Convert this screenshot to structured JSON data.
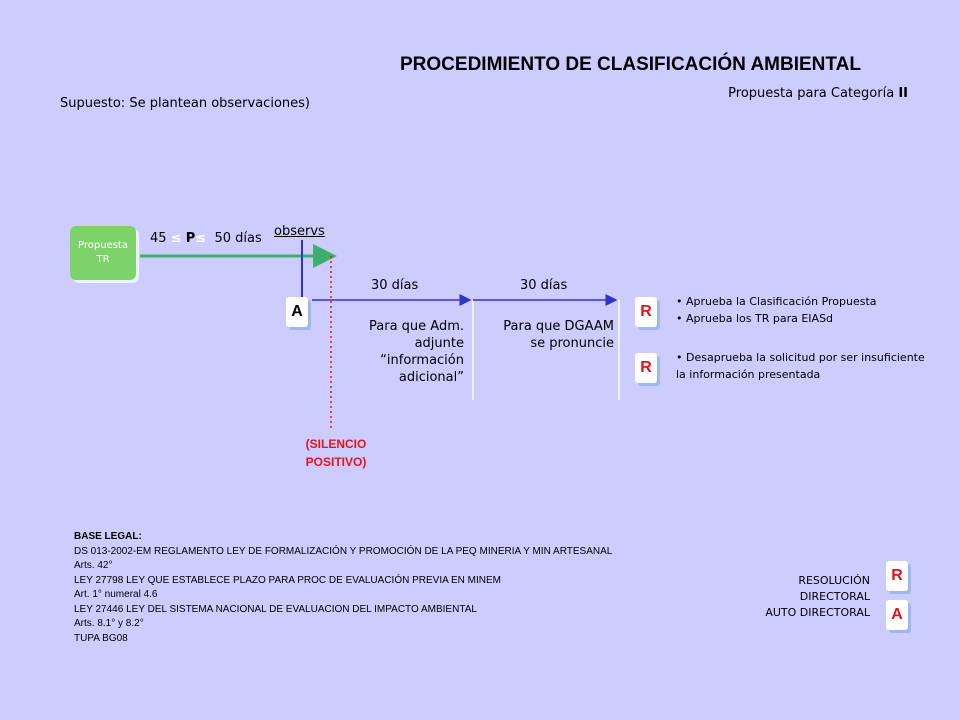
{
  "title": "PROCEDIMIENTO DE CLASIFICACIÓN AMBIENTAL",
  "subtitle_prefix": "Propuesta para Categoría ",
  "subtitle_category": "II",
  "assumption": "Supuesto: Se plantean observaciones)",
  "start_box": {
    "line1": "Propuesta",
    "line2": "TR"
  },
  "range": {
    "min": "45",
    "le": "≤",
    "p": "P",
    "le2": "≤",
    "max": "50 días"
  },
  "observs": "observs",
  "step_a": "A",
  "step_r": "R",
  "stages": [
    {
      "days": "30 días",
      "note_lines": [
        "Para que Adm.",
        "adjunte",
        "“información",
        "adicional”"
      ]
    },
    {
      "days": "30 días",
      "note_lines": [
        "Para que DGAAM",
        "se pronuncie"
      ]
    }
  ],
  "outcomes_approve": [
    "Aprueba la Clasificación Propuesta",
    "Aprueba los TR para  EIASd"
  ],
  "outcomes_reject": [
    "Desaprueba  la solicitud por ser insuficiente la información presentada"
  ],
  "silencio": {
    "line1": "(SILENCIO",
    "line2": "POSITIVO)"
  },
  "legal": {
    "heading": "BASE LEGAL:",
    "lines": [
      "DS 013-2002-EM REGLAMENTO LEY DE FORMALIZACIÓN Y PROMOCIÓN DE LA PEQ MINERIA Y MIN ARTESANAL",
      "Arts. 42°",
      "LEY 27798 LEY QUE ESTABLECE PLAZO PARA PROC DE EVALUACIÓN PREVIA EN MINEM",
      "Art. 1° numeral 4.6",
      "LEY 27446 LEY DEL SISTEMA NACIONAL DE EVALUACION DEL IMPACTO AMBIENTAL",
      "Arts. 8.1° y 8.2°",
      "TUPA BG08"
    ]
  },
  "legend": {
    "line1": "RESOLUCIÓN",
    "line2": "DIRECTORAL",
    "line3": "AUTO DIRECTORAL",
    "r": "R",
    "a": "A"
  },
  "colors": {
    "background": "#ccccff",
    "green": "#3cb06c",
    "blue": "#3333cc",
    "red": "#e0151b",
    "start_box": "#7dd36a"
  }
}
